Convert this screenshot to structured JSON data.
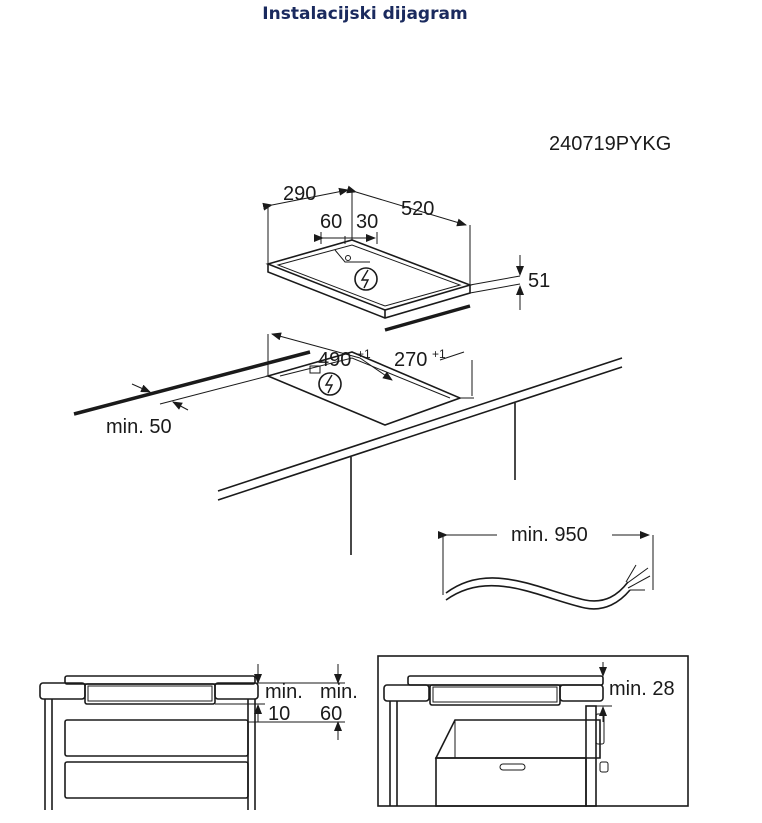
{
  "title": "Instalacijski dijagram",
  "model_code": "240719PYKG",
  "dimensions": {
    "width_hob": "290",
    "depth_hob": "520",
    "conn_a": "60",
    "conn_b": "30",
    "height": "51",
    "cutout_w": "490",
    "cutout_w_tol": "+1",
    "cutout_d": "270",
    "cutout_d_tol": "+1",
    "min_edge": "min. 50",
    "cable": "min. 950",
    "min10_a": "min.",
    "min10_b": "10",
    "min60_a": "min.",
    "min60_b": "60",
    "min28": "min. 28"
  },
  "icons": [
    "power-symbol-icon"
  ]
}
